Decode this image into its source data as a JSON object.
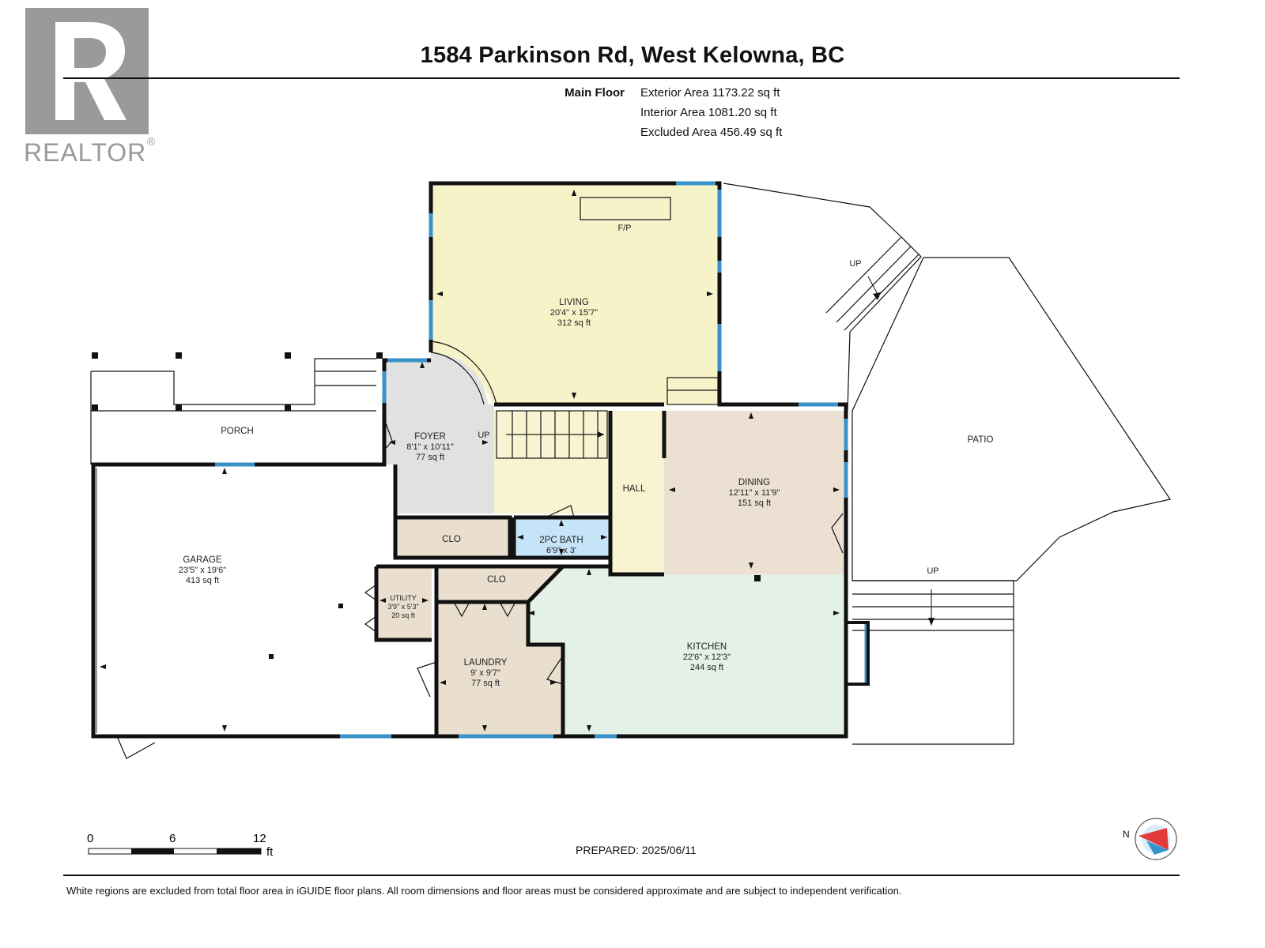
{
  "header": {
    "title": "1584 Parkinson Rd, West Kelowna, BC",
    "floor_label": "Main Floor",
    "exterior_area": "Exterior Area 1173.22 sq ft",
    "interior_area": "Interior Area 1081.20 sq ft",
    "excluded_area": "Excluded Area 456.49 sq ft"
  },
  "logo": {
    "text": "REALTOR",
    "mark": "®"
  },
  "rooms": {
    "living": {
      "name": "LIVING",
      "dims": "20'4\" x 15'7\"",
      "area": "312 sq ft"
    },
    "foyer": {
      "name": "FOYER",
      "dims": "8'1\" x 10'11\"",
      "area": "77 sq ft"
    },
    "dining": {
      "name": "DINING",
      "dims": "12'11\" x 11'9\"",
      "area": "151 sq ft"
    },
    "garage": {
      "name": "GARAGE",
      "dims": "23'5\" x 19'6\"",
      "area": "413 sq ft"
    },
    "kitchen": {
      "name": "KITCHEN",
      "dims": "22'6\" x 12'3\"",
      "area": "244 sq ft"
    },
    "laundry": {
      "name": "LAUNDRY",
      "dims": "9' x 9'7\"",
      "area": "77 sq ft"
    },
    "utility": {
      "name": "UTILITY",
      "dims": "3'9\" x 5'3\"",
      "area": "20 sq ft"
    },
    "bath": {
      "name": "2PC BATH",
      "dims": "6'9\" x 3'"
    },
    "hall": {
      "name": "HALL"
    },
    "porch": {
      "name": "PORCH"
    },
    "patio": {
      "name": "PATIO"
    },
    "clo1": {
      "name": "CLO"
    },
    "clo2": {
      "name": "CLO"
    }
  },
  "annotations": {
    "fireplace": "F/P",
    "up_foyer": "UP",
    "up_deck": "UP",
    "up_patio": "UP"
  },
  "scale": {
    "tick0": "0",
    "tick6": "6",
    "tick12": "12",
    "unit": "ft"
  },
  "compass": {
    "north": "N"
  },
  "prepared": "PREPARED: 2025/06/11",
  "footer": "White regions are excluded from total floor area in iGUIDE floor plans. All room dimensions and floor areas must be considered approximate and are subject to independent verification.",
  "colors": {
    "living": "#f7f3c9",
    "foyer": "#e1e1e1",
    "hall": "#f8f4d1",
    "dining": "#ebe0d2",
    "kitchen": "#e3f1e7",
    "laundry": "#eadfce",
    "clo": "#eadfce",
    "bath": "#c6e4f7",
    "window": "#3a93c8",
    "logo_gray": "#9a9a9a"
  }
}
